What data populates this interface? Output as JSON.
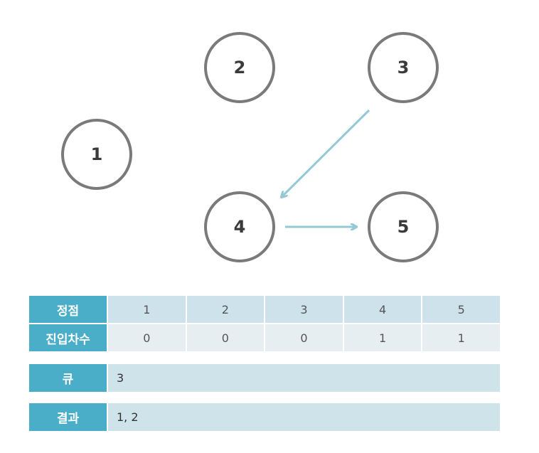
{
  "graph": {
    "nodes": [
      {
        "id": "1",
        "label": "1"
      },
      {
        "id": "2",
        "label": "2"
      },
      {
        "id": "3",
        "label": "3"
      },
      {
        "id": "4",
        "label": "4"
      },
      {
        "id": "5",
        "label": "5"
      }
    ],
    "edges": [
      {
        "from": "3",
        "to": "4"
      },
      {
        "from": "4",
        "to": "5"
      }
    ],
    "colors": {
      "node_stroke": "#7a7a7a",
      "edge": "#93c9d5"
    }
  },
  "table": {
    "vertex_header": "정점",
    "vertices": [
      "1",
      "2",
      "3",
      "4",
      "5"
    ],
    "indegree_header": "진입차수",
    "indegrees": [
      "0",
      "0",
      "0",
      "1",
      "1"
    ]
  },
  "queue": {
    "header": "큐",
    "value": "3"
  },
  "result": {
    "header": "결과",
    "value": "1, 2"
  },
  "colors": {
    "header_bg": "#4aaec8",
    "cell_bg": "#cde2ea",
    "cell_bg_alt": "#e6eef2"
  }
}
